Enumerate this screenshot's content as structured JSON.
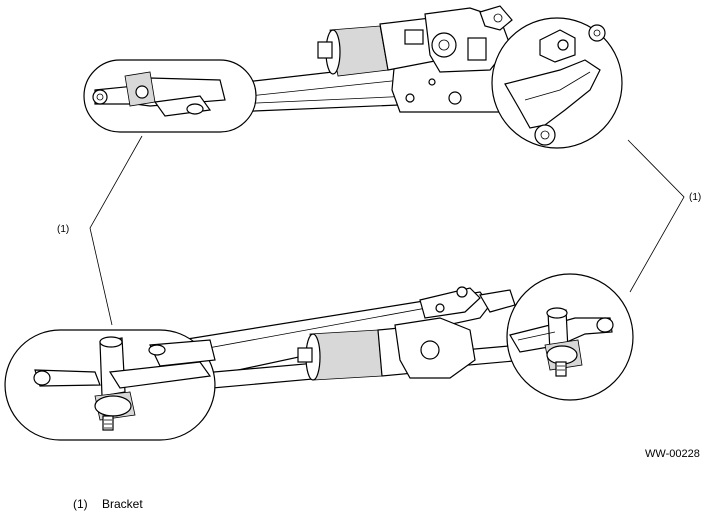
{
  "callouts": {
    "left_label": "(1)",
    "right_label": "(1)"
  },
  "figure_code": "WW-00228",
  "legend": {
    "items": [
      {
        "number": "(1)",
        "label": "Bracket"
      }
    ]
  }
}
